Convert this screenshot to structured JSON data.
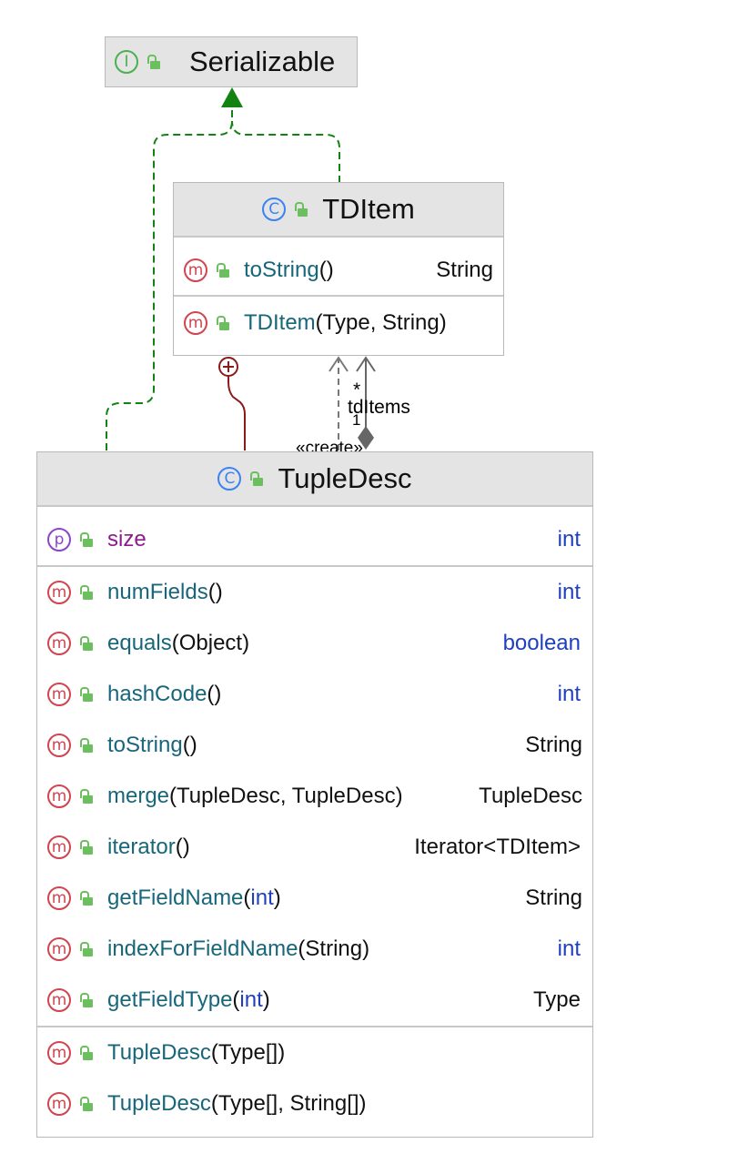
{
  "serializable": {
    "name": "Serializable",
    "icon": "interface-icon"
  },
  "tditem": {
    "name": "TDItem",
    "methods": [
      {
        "name": "toString",
        "params": "()",
        "ret": "String"
      }
    ],
    "constructors": [
      {
        "name": "TDItem",
        "params": "(Type, String)"
      }
    ]
  },
  "tupledesc": {
    "name": "TupleDesc",
    "properties": [
      {
        "name": "size",
        "ret": "int"
      }
    ],
    "methods": [
      {
        "name": "numFields",
        "params": "()",
        "ret": "int"
      },
      {
        "name": "equals",
        "params": "(Object)",
        "ret": "boolean"
      },
      {
        "name": "hashCode",
        "params": "()",
        "ret": "int"
      },
      {
        "name": "toString",
        "params": "()",
        "ret": "String"
      },
      {
        "name": "merge",
        "params": "(TupleDesc, TupleDesc)",
        "ret": "TupleDesc"
      },
      {
        "name": "iterator",
        "params": "()",
        "ret": "Iterator<TDItem>"
      },
      {
        "name": "getFieldName",
        "params_open": "(",
        "params_kw": "int",
        "params_close": ")",
        "ret": "String"
      },
      {
        "name": "indexForFieldName",
        "params": "(String)",
        "ret": "int"
      },
      {
        "name": "getFieldType",
        "params_open": "(",
        "params_kw": "int",
        "params_close": ")",
        "ret": "Type"
      }
    ],
    "constructors": [
      {
        "name": "TupleDesc",
        "params": "(Type[])"
      },
      {
        "name": "TupleDesc",
        "params": "(Type[], String[])"
      }
    ]
  },
  "edge_labels": {
    "multiplicity_many": "*",
    "multiplicity_one": "1",
    "role": "tdItems",
    "stereotype": "«create»"
  },
  "colors": {
    "realization": "#128212",
    "inner_class": "#8b1a1a",
    "dependency": "#777777",
    "composition": "#666666"
  }
}
